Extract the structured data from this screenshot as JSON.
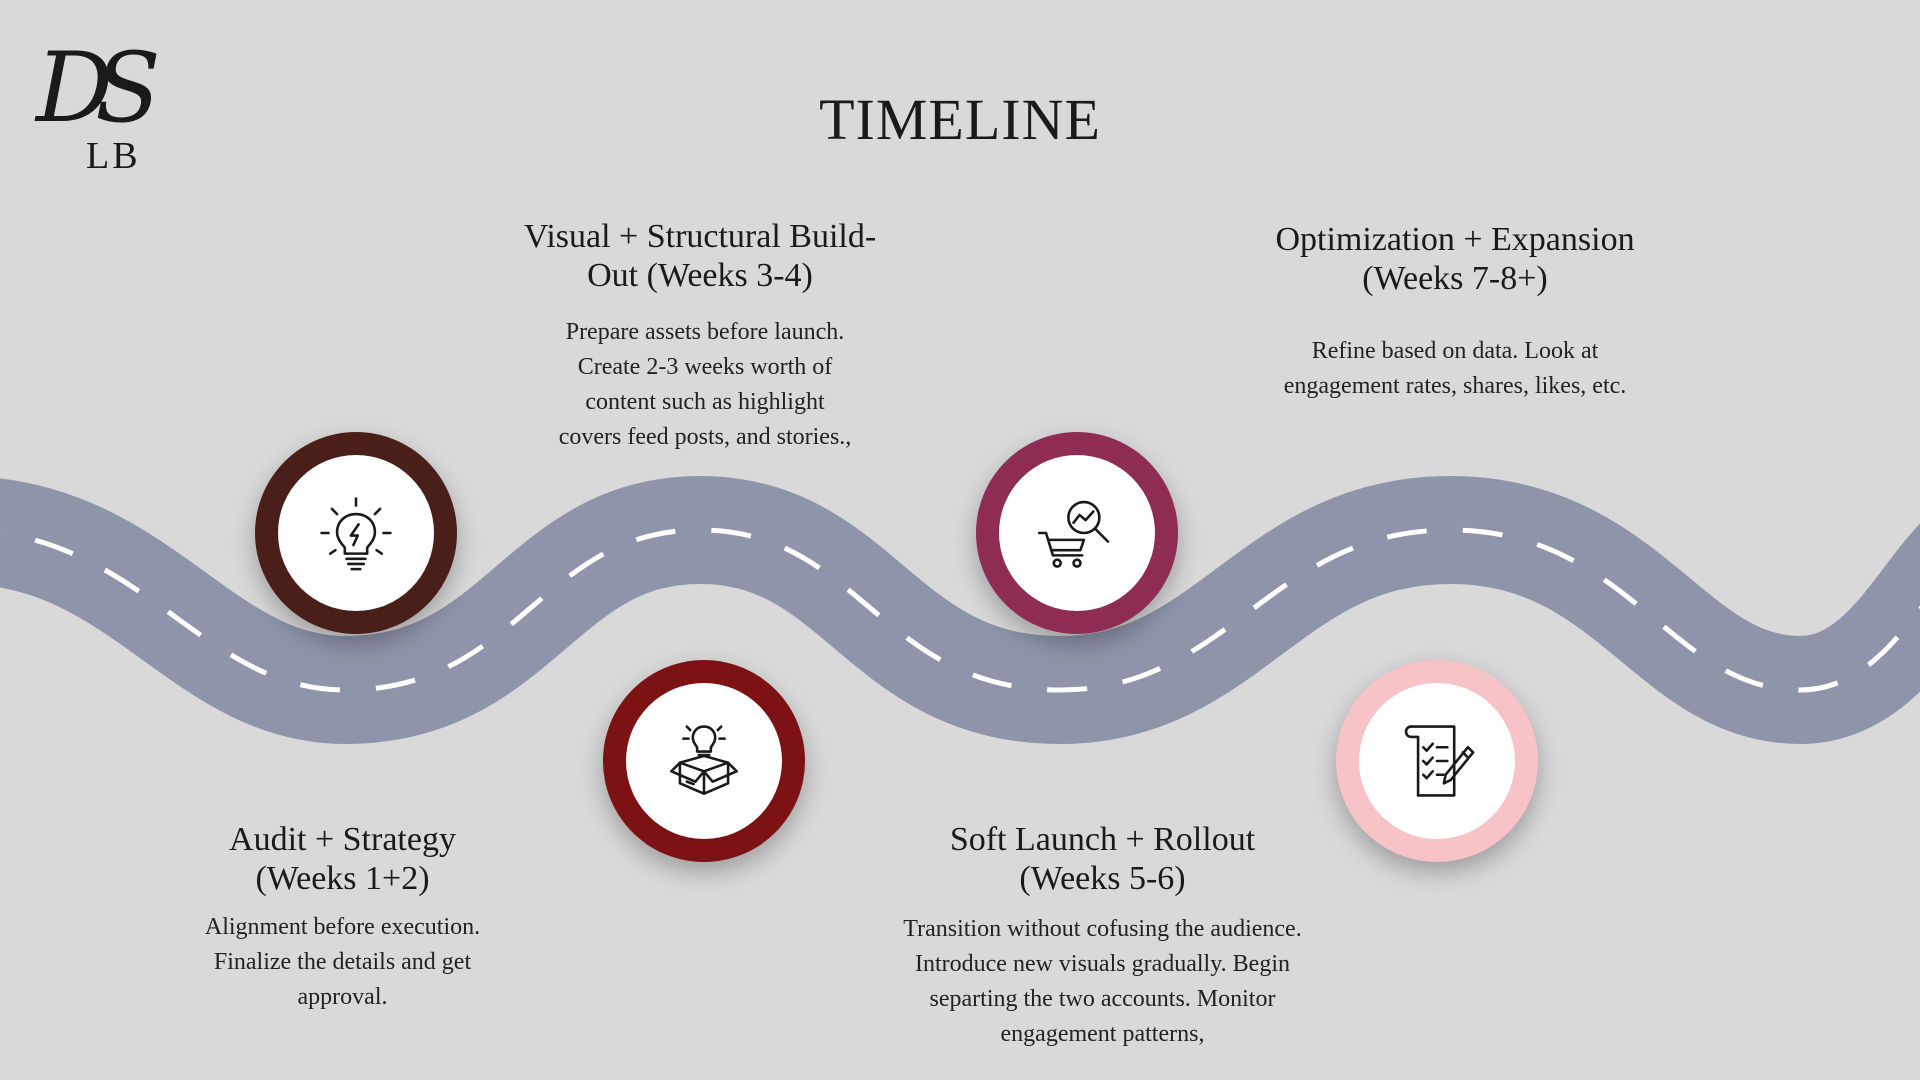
{
  "logo": {
    "monogram": "DS",
    "initials": "LB"
  },
  "title": "TIMELINE",
  "colors": {
    "background": "#d9d9d9",
    "road": "#8e95aa",
    "road_dash": "#ffffff",
    "marker_1": "#4a1f1a",
    "marker_2": "#7d1214",
    "marker_3": "#8e2c54",
    "marker_4": "#f7c3c6"
  },
  "steps": [
    {
      "title_line1": "Audit + Strategy",
      "title_line2": "(Weeks 1+2)",
      "body_lines": [
        "Alignment before execution.",
        "Finalize the details and get",
        "approval."
      ],
      "icon": "lightbulb-icon"
    },
    {
      "title_line1": "Visual + Structural Build-",
      "title_line2": "Out (Weeks 3-4)",
      "body_lines": [
        "Prepare assets before launch.",
        "Create 2-3 weeks worth of",
        "content such as highlight",
        "covers feed posts, and stories.,"
      ],
      "icon": "idea-box-icon"
    },
    {
      "title_line1": "Soft Launch + Rollout",
      "title_line2": "(Weeks 5-6)",
      "body_lines": [
        "Transition without cofusing the audience.",
        "Introduce new visuals gradually. Begin",
        "separting the two accounts. Monitor",
        "engagement patterns,"
      ],
      "icon": "cart-analytics-icon"
    },
    {
      "title_line1": "Optimization + Expansion",
      "title_line2": "(Weeks 7-8+)",
      "body_lines": [
        "Refine based on data. Look at",
        "engagement rates, shares, likes, etc."
      ],
      "icon": "checklist-icon"
    }
  ]
}
